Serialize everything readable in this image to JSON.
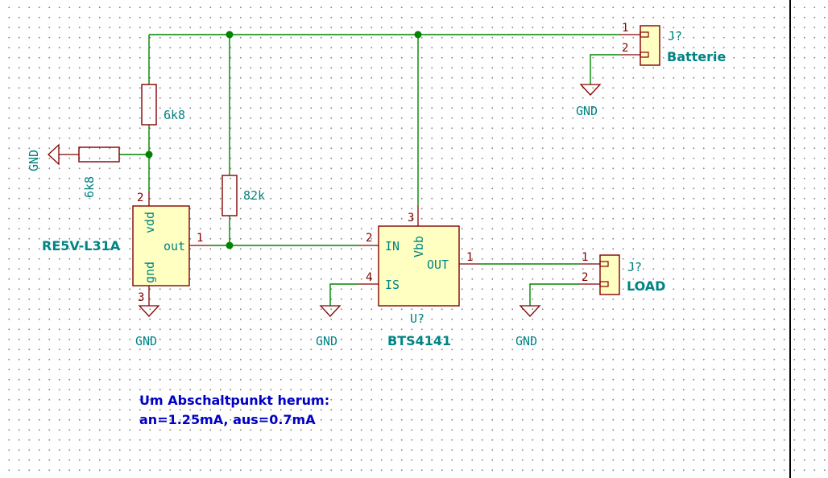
{
  "colors": {
    "wire": "#008400",
    "component": "#840000",
    "body_fill": "#ffffc2",
    "text": "#008484",
    "note": "#0000c8"
  },
  "r_top": {
    "value": "6k8"
  },
  "r_gnd": {
    "value": "6k8",
    "gnd": "GND"
  },
  "r_82k": {
    "value": "82k"
  },
  "sensor": {
    "name": "RE5V-L31A",
    "pin_vdd": "vdd",
    "pin_out": "out",
    "pin_gnd": "gnd",
    "pin2": "2",
    "pin1": "1",
    "pin3": "3",
    "gnd": "GND"
  },
  "switch": {
    "ref": "U?",
    "name": "BTS4141",
    "pin_in": "IN",
    "pin_is": "IS",
    "pin_out": "OUT",
    "pin_vbb": "Vbb",
    "pin2": "2",
    "pin4": "4",
    "pin1": "1",
    "pin3": "3",
    "gnd": "GND"
  },
  "conn_batt": {
    "ref": "J?",
    "name": "Batterie",
    "pin1": "1",
    "pin2": "2",
    "gnd": "GND"
  },
  "conn_load": {
    "ref": "J?",
    "name": "LOAD",
    "pin1": "1",
    "pin2": "2",
    "gnd": "GND"
  },
  "note": {
    "line1": "Um Abschaltpunkt herum:",
    "line2": "an=1.25mA, aus=0.7mA"
  }
}
